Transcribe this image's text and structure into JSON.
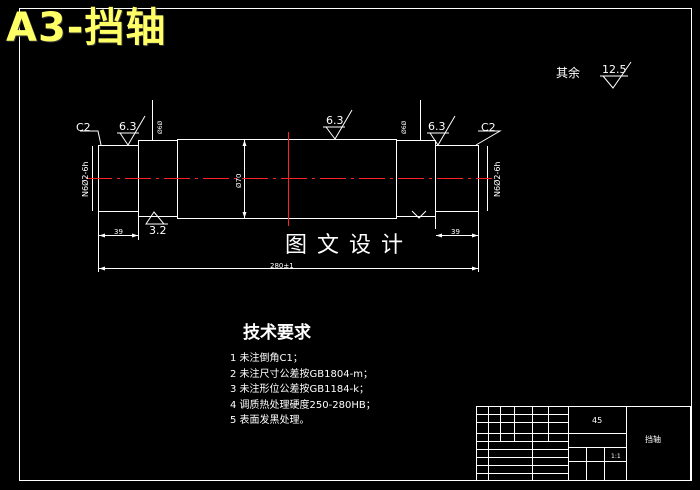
{
  "title": "A3-挡轴",
  "surface": {
    "rest_label": "其余",
    "rest_value": "12.5"
  },
  "roughness": {
    "left_end": "6.3",
    "right_end": "6.3",
    "middle": "6.3",
    "left_bottom": "3.2"
  },
  "chamfers": {
    "left": "C2",
    "right": "C2"
  },
  "dims": {
    "left_spline": "N6Ø2-6h",
    "right_spline": "N6Ø2-6h",
    "middle_dia": "Ø70",
    "left_shoulder": "Ø6Ø",
    "right_shoulder": "Ø6Ø",
    "left_len": "39",
    "right_len": "39",
    "total_len": "280±1"
  },
  "watermark": "图文设计",
  "tech": {
    "title": "技术要求",
    "items": [
      "1 未注倒角C1；",
      "2 未注尺寸公差按GB1804-m；",
      "3 未注形位公差按GB1184-k；",
      "4 调质热处理硬度250-280HB；",
      "5 表面发黑处理。"
    ]
  },
  "title_block": {
    "material": "45",
    "part_name": "挡轴",
    "scale": "1:1"
  },
  "colors": {
    "line": "#ffffff",
    "centerline": "#ff2222",
    "title": "#ffff66",
    "background": "#000000"
  }
}
